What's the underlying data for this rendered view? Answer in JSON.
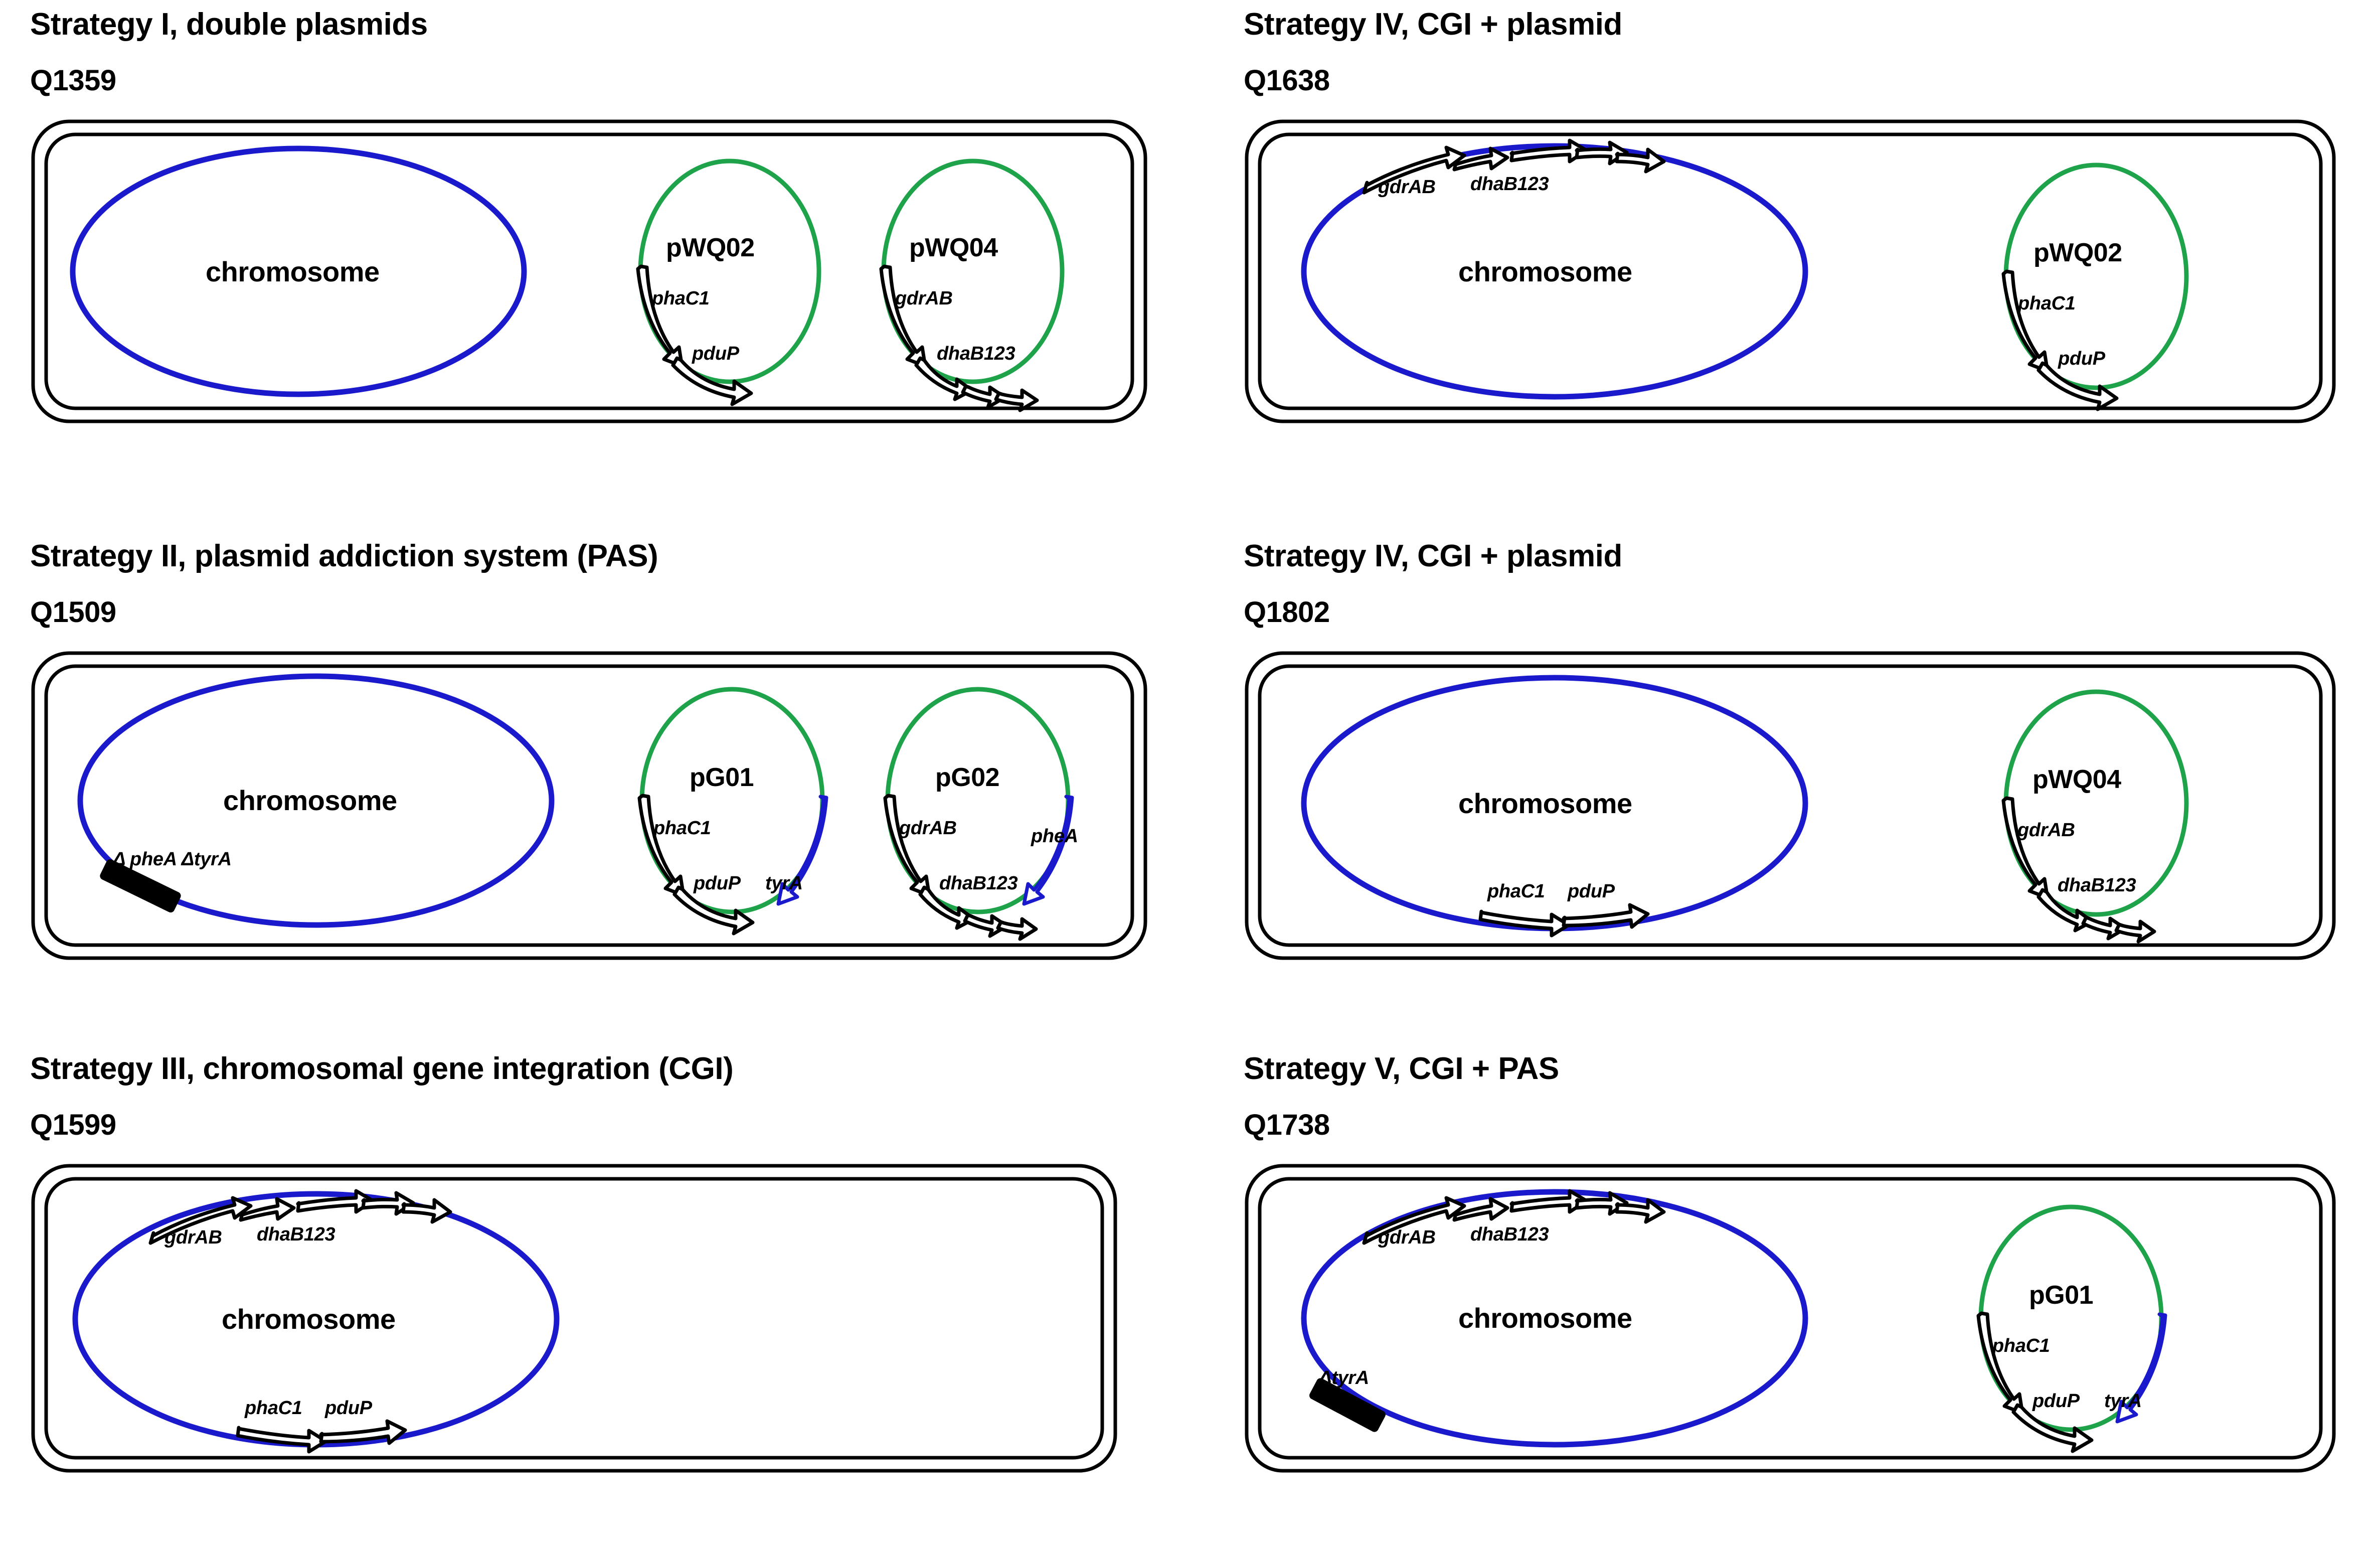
{
  "figure": {
    "kind": "schematic-diagram",
    "subject": "Engineered strain construction strategies (chromosome + plasmids)",
    "columns": 2,
    "rows": 3
  },
  "colors": {
    "chromosome": "#1A1ACC",
    "plasmid": "#1EA34B",
    "gene_arrow_outline": "#000000",
    "pas_gene_arrow_outline": "#1A1ACC",
    "deletion_marker": "#000000",
    "cell_envelope": "#000000",
    "background": "#FFFFFF"
  },
  "panels": [
    {
      "id": "panel-1",
      "strategy_title": "Strategy I, double plasmids",
      "strain_id": "Q1359",
      "chromosome": {
        "label": "chromosome",
        "genes": [],
        "deletions": []
      },
      "plasmids": [
        {
          "name": "pWQ02",
          "genes": [
            "phaC1",
            "pduP"
          ],
          "pas_gene": null
        },
        {
          "name": "pWQ04",
          "genes": [
            "gdrAB",
            "dhaB123"
          ],
          "pas_gene": null
        }
      ]
    },
    {
      "id": "panel-2",
      "strategy_title": "Strategy IV, CGI + plasmid",
      "strain_id": "Q1638",
      "chromosome": {
        "label": "chromosome",
        "genes": [
          "gdrAB",
          "dhaB123"
        ],
        "deletions": []
      },
      "plasmids": [
        {
          "name": "pWQ02",
          "genes": [
            "phaC1",
            "pduP"
          ],
          "pas_gene": null
        }
      ]
    },
    {
      "id": "panel-3",
      "strategy_title": "Strategy II, plasmid addiction system (PAS)",
      "strain_id": "Q1509",
      "chromosome": {
        "label": "chromosome",
        "genes": [],
        "deletions": [
          "Δ pheA ΔtyrA"
        ]
      },
      "plasmids": [
        {
          "name": "pG01",
          "genes": [
            "phaC1",
            "pduP"
          ],
          "pas_gene": "tyrA"
        },
        {
          "name": "pG02",
          "genes": [
            "gdrAB",
            "dhaB123"
          ],
          "pas_gene": "pheA"
        }
      ]
    },
    {
      "id": "panel-4",
      "strategy_title": "Strategy IV, CGI + plasmid",
      "strain_id": "Q1802",
      "chromosome": {
        "label": "chromosome",
        "genes": [
          "phaC1",
          "pduP"
        ],
        "deletions": []
      },
      "plasmids": [
        {
          "name": "pWQ04",
          "genes": [
            "gdrAB",
            "dhaB123"
          ],
          "pas_gene": null
        }
      ]
    },
    {
      "id": "panel-5",
      "strategy_title": "Strategy III, chromosomal gene integration (CGI)",
      "strain_id": "Q1599",
      "chromosome": {
        "label": "chromosome",
        "genes": [
          "gdrAB",
          "dhaB123",
          "phaC1",
          "pduP"
        ],
        "deletions": []
      },
      "plasmids": []
    },
    {
      "id": "panel-6",
      "strategy_title": "Strategy V, CGI + PAS",
      "strain_id": "Q1738",
      "chromosome": {
        "label": "chromosome",
        "genes": [
          "gdrAB",
          "dhaB123"
        ],
        "deletions": [
          "ΔtyrA"
        ]
      },
      "plasmids": [
        {
          "name": "pG01",
          "genes": [
            "phaC1",
            "pduP"
          ],
          "pas_gene": "tyrA"
        }
      ]
    }
  ],
  "labels": {
    "p1": {
      "title": "Strategy I, double plasmids",
      "id": "Q1359",
      "chromosome": "chromosome",
      "pl1_name": "pWQ02",
      "pl1_g1": "phaC1",
      "pl1_g2": "pduP",
      "pl2_name": "pWQ04",
      "pl2_g1": "gdrAB",
      "pl2_g2": "dhaB123"
    },
    "p2": {
      "title": "Strategy IV, CGI + plasmid",
      "id": "Q1638",
      "chromosome": "chromosome",
      "chr_g1": "gdrAB",
      "chr_g2": "dhaB123",
      "pl1_name": "pWQ02",
      "pl1_g1": "phaC1",
      "pl1_g2": "pduP"
    },
    "p3": {
      "title": "Strategy II, plasmid addiction system (PAS)",
      "id": "Q1509",
      "chromosome": "chromosome",
      "chr_del": "Δ pheA ΔtyrA",
      "pl1_name": "pG01",
      "pl1_g1": "phaC1",
      "pl1_g2": "pduP",
      "pl1_pas": "tyrA",
      "pl2_name": "pG02",
      "pl2_g1": "gdrAB",
      "pl2_g2": "dhaB123",
      "pl2_pas": "pheA"
    },
    "p4": {
      "title": "Strategy IV, CGI + plasmid",
      "id": "Q1802",
      "chromosome": "chromosome",
      "chr_g1": "phaC1",
      "chr_g2": "pduP",
      "pl1_name": "pWQ04",
      "pl1_g1": "gdrAB",
      "pl1_g2": "dhaB123"
    },
    "p5": {
      "title": "Strategy III, chromosomal gene integration (CGI)",
      "id": "Q1599",
      "chromosome": "chromosome",
      "chr_g1": "gdrAB",
      "chr_g2": "dhaB123",
      "chr_g3": "phaC1",
      "chr_g4": "pduP"
    },
    "p6": {
      "title": "Strategy V, CGI + PAS",
      "id": "Q1738",
      "chromosome": "chromosome",
      "chr_g1": "gdrAB",
      "chr_g2": "dhaB123",
      "chr_del": "ΔtyrA",
      "pl1_name": "pG01",
      "pl1_g1": "phaC1",
      "pl1_g2": "pduP",
      "pl1_pas": "tyrA"
    }
  }
}
